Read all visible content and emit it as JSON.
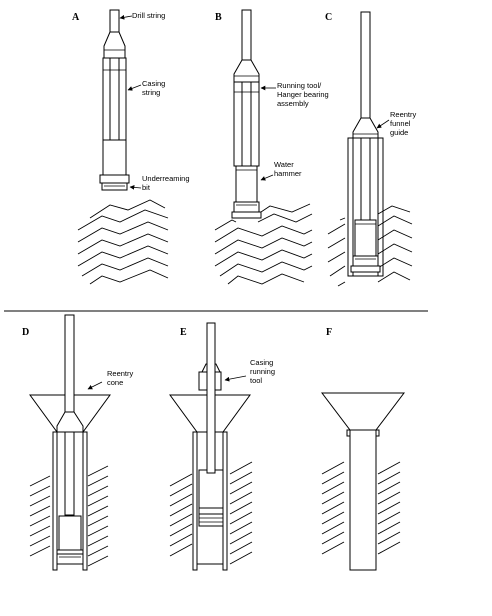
{
  "panels": {
    "A": {
      "label": "A",
      "drill_string": "Drill string",
      "casing_string": [
        "Casing",
        "string"
      ],
      "underreaming_bit": [
        "Underreaming",
        "bit"
      ]
    },
    "B": {
      "label": "B",
      "running_tool": [
        "Running tool/",
        "Hanger bearing",
        "assembly"
      ],
      "water_hammer": [
        "Water",
        "hammer"
      ]
    },
    "C": {
      "label": "C",
      "reentry_funnel": [
        "Reentry",
        "funnel",
        "guide"
      ]
    },
    "D": {
      "label": "D",
      "reentry_cone": [
        "Reentry",
        "cone"
      ]
    },
    "E": {
      "label": "E",
      "casing_running_tool": [
        "Casing",
        "running",
        "tool"
      ]
    },
    "F": {
      "label": "F"
    }
  }
}
